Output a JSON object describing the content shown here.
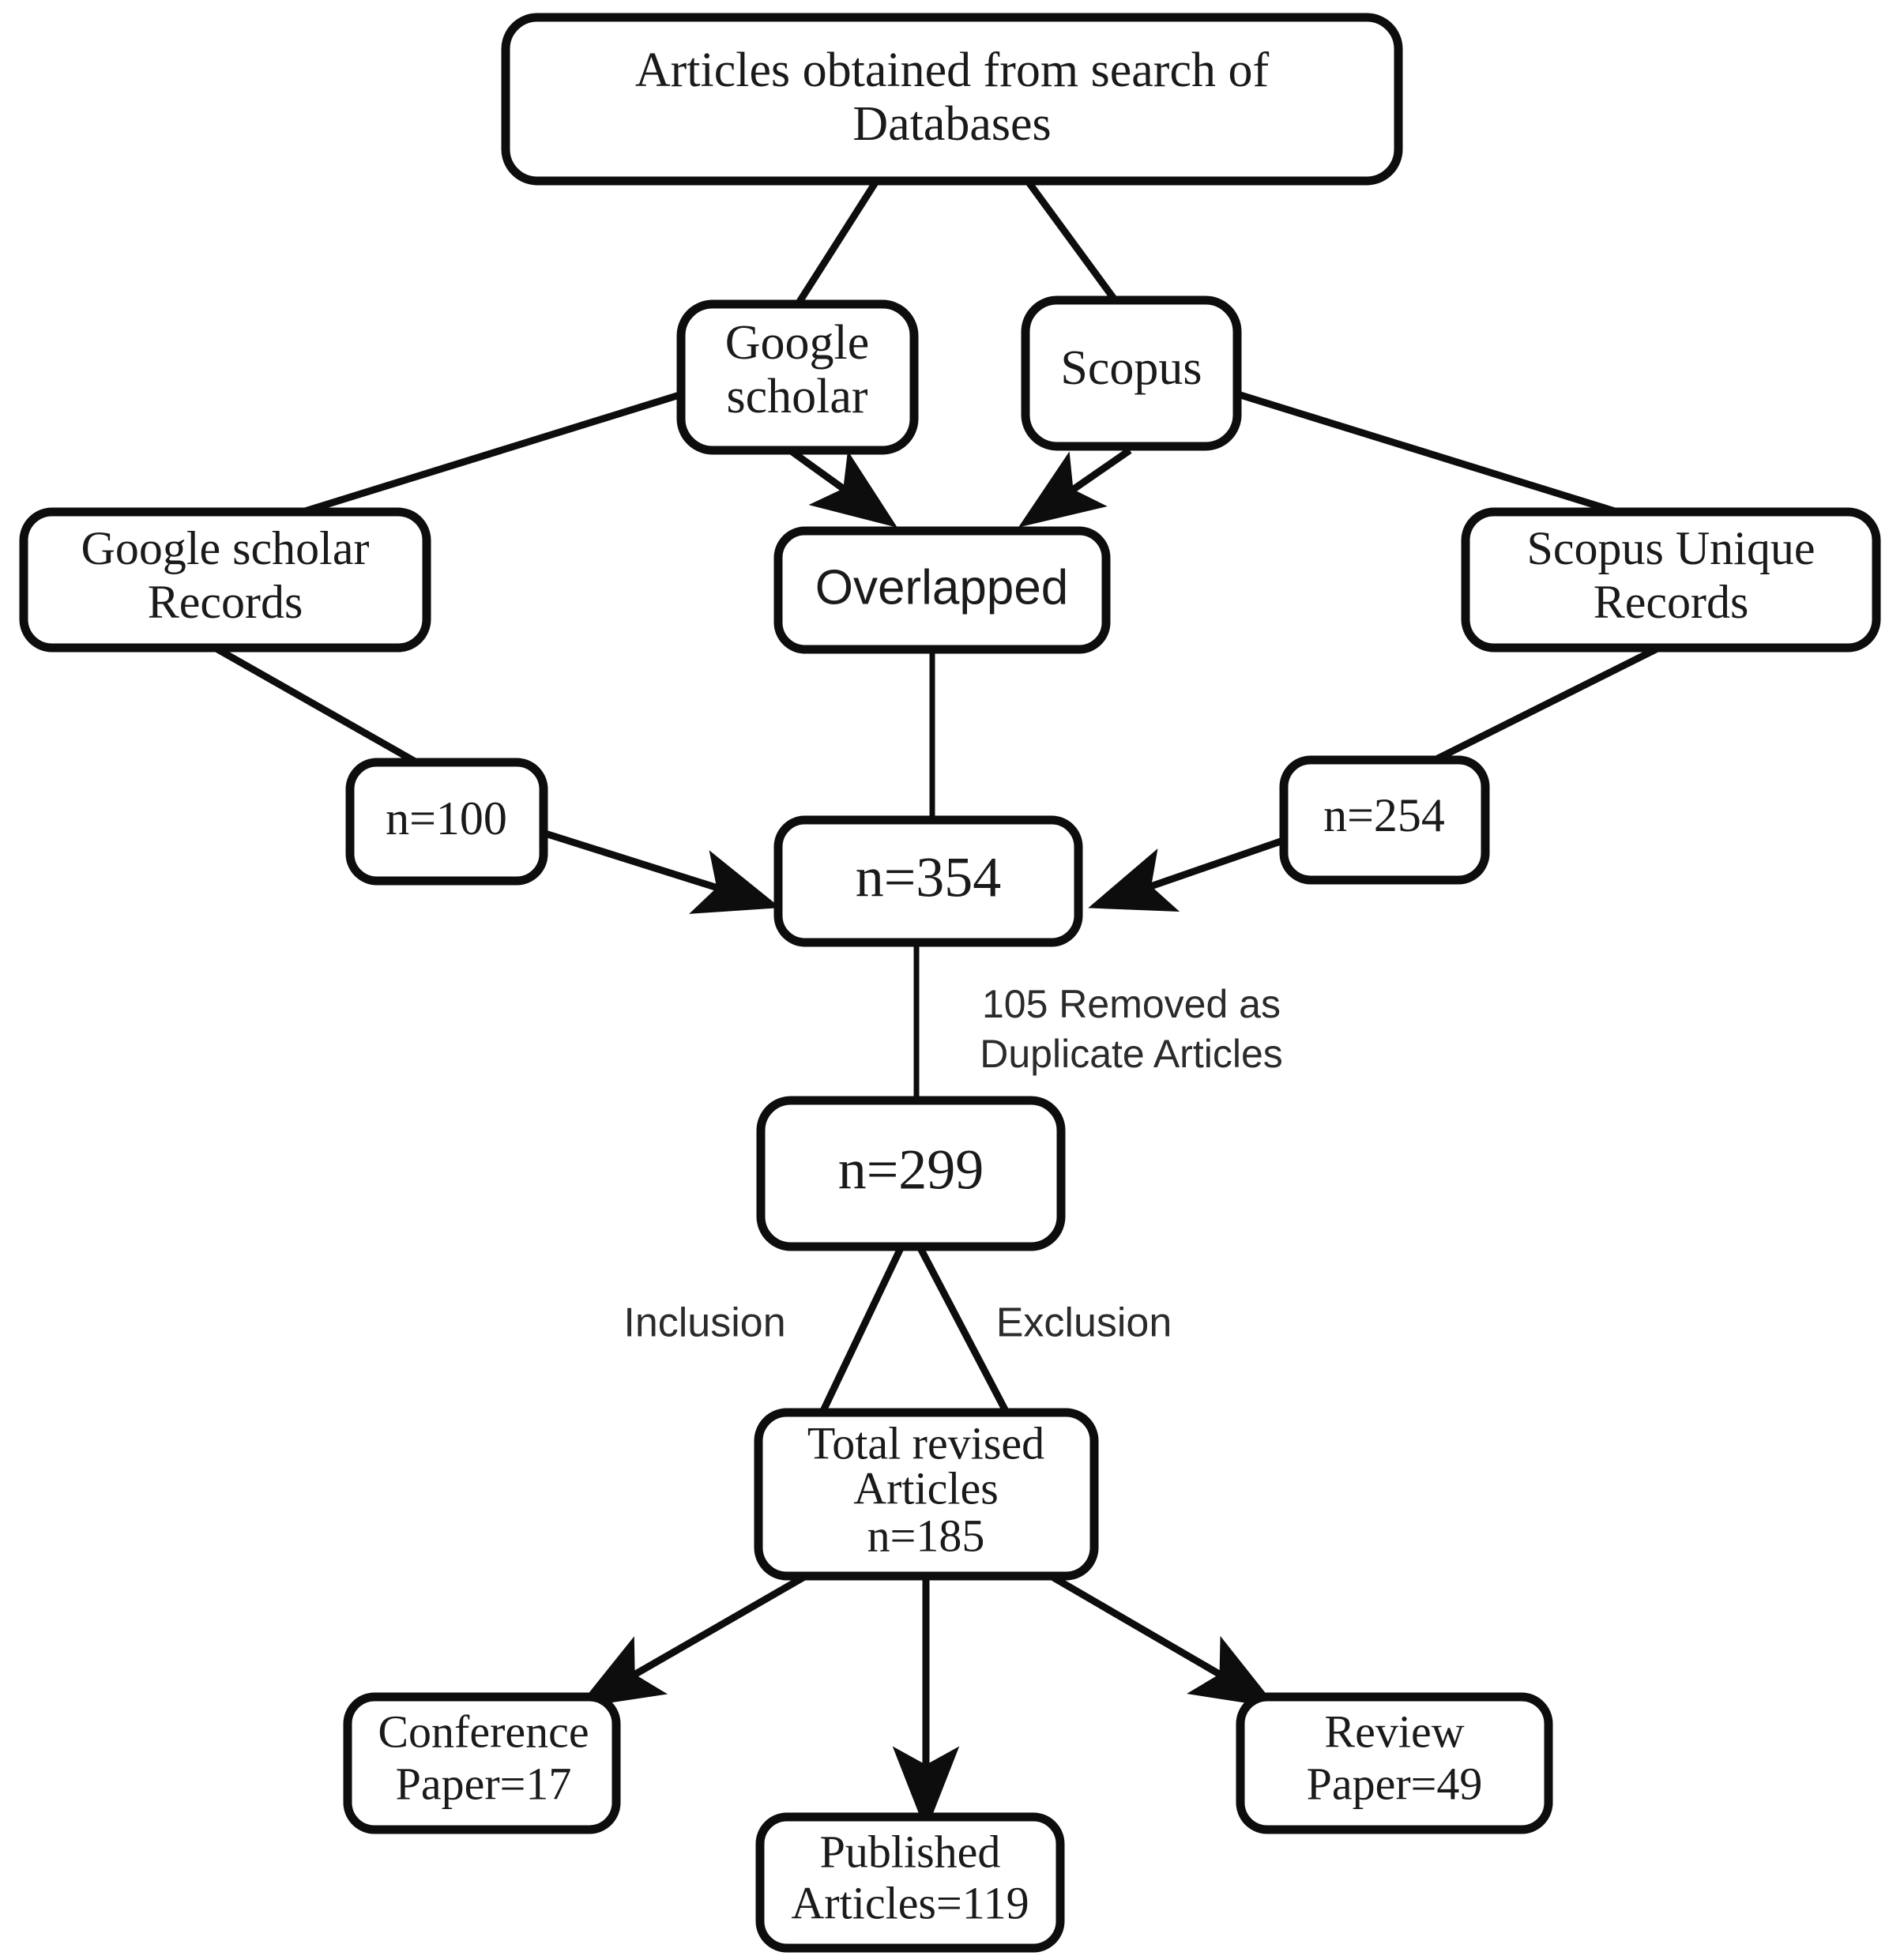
{
  "diagram": {
    "title": "PRISMA-style article selection flowchart",
    "colors": {
      "stroke": "#0d0d0d",
      "box_fill": "#ffffff",
      "background": "#ffffff",
      "text": "#1a1a1a"
    },
    "nodes": [
      {
        "id": "source",
        "name": "articles-obtained-box",
        "lines": [
          "Articles obtained from search of",
          "Databases"
        ],
        "font": "serif"
      },
      {
        "id": "google-scholar",
        "name": "google-scholar-box",
        "lines": [
          "Google",
          "scholar"
        ],
        "font": "serif"
      },
      {
        "id": "scopus",
        "name": "scopus-box",
        "lines": [
          "Scopus"
        ],
        "font": "serif"
      },
      {
        "id": "gs-records",
        "name": "google-scholar-records-box",
        "lines": [
          "Google scholar",
          "Records"
        ],
        "font": "serif"
      },
      {
        "id": "overlapped",
        "name": "overlapped-box",
        "lines": [
          "Overlapped"
        ],
        "font": "sans"
      },
      {
        "id": "scopus-unique",
        "name": "scopus-unique-records-box",
        "lines": [
          "Scopus Unique",
          "Records"
        ],
        "font": "serif"
      },
      {
        "id": "n100",
        "name": "n-100-box",
        "lines": [
          "n=100"
        ],
        "font": "serif"
      },
      {
        "id": "n354",
        "name": "n-354-box",
        "lines": [
          "n=354"
        ],
        "font": "serif"
      },
      {
        "id": "n254",
        "name": "n-254-box",
        "lines": [
          "n=254"
        ],
        "font": "serif"
      },
      {
        "id": "n299",
        "name": "n-299-box",
        "lines": [
          "n=299"
        ],
        "font": "serif"
      },
      {
        "id": "total-revised",
        "name": "total-revised-articles-box",
        "lines": [
          "Total revised",
          "Articles",
          "n=185"
        ],
        "font": "serif"
      },
      {
        "id": "conference",
        "name": "conference-paper-box",
        "lines": [
          "Conference",
          "Paper=17"
        ],
        "font": "serif"
      },
      {
        "id": "published",
        "name": "published-articles-box",
        "lines": [
          "Published",
          "Articles=119"
        ],
        "font": "serif"
      },
      {
        "id": "review",
        "name": "review-paper-box",
        "lines": [
          "Review",
          "Paper=49"
        ],
        "font": "serif"
      }
    ],
    "edge_labels": [
      {
        "id": "duplicates",
        "name": "duplicates-removed-label",
        "lines": [
          "105 Removed as",
          "Duplicate Articles"
        ]
      },
      {
        "id": "inclusion",
        "name": "inclusion-label",
        "lines": [
          "Inclusion"
        ]
      },
      {
        "id": "exclusion",
        "name": "exclusion-label",
        "lines": [
          "Exclusion"
        ]
      }
    ],
    "counts": {
      "google_scholar_records": 100,
      "scopus_unique_records": 254,
      "merged_records": 354,
      "duplicates_removed": 105,
      "after_duplicates": 299,
      "total_revised": 185,
      "conference_papers": 17,
      "published_articles": 119,
      "review_papers": 49
    }
  }
}
